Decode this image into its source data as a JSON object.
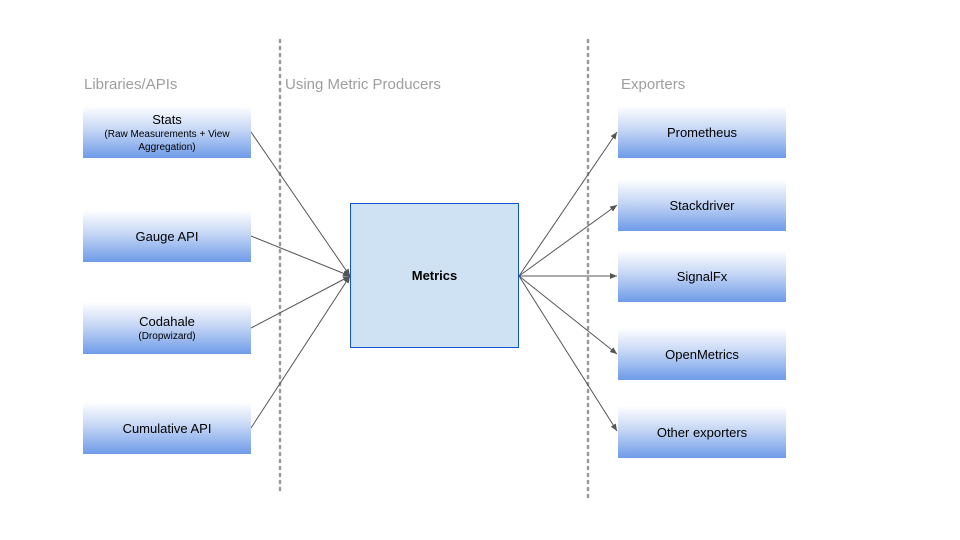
{
  "headers": {
    "libraries": "Libraries/APIs",
    "producers": "Using Metric Producers",
    "exporters": "Exporters"
  },
  "sources": [
    {
      "title": "Stats",
      "subtitle": "(Raw Measurements + View Aggregation)"
    },
    {
      "title": "Gauge API",
      "subtitle": ""
    },
    {
      "title": "Codahale",
      "subtitle": "(Dropwizard)"
    },
    {
      "title": "Cumulative API",
      "subtitle": ""
    }
  ],
  "hub": {
    "title": "Metrics"
  },
  "exporters": [
    {
      "title": "Prometheus"
    },
    {
      "title": "Stackdriver"
    },
    {
      "title": "SignalFx"
    },
    {
      "title": "OpenMetrics"
    },
    {
      "title": "Other exporters"
    }
  ],
  "colors": {
    "connector": "#555555",
    "divider": "#999999",
    "hub_border": "#1155cc",
    "hub_fill": "#cfe2f3"
  }
}
